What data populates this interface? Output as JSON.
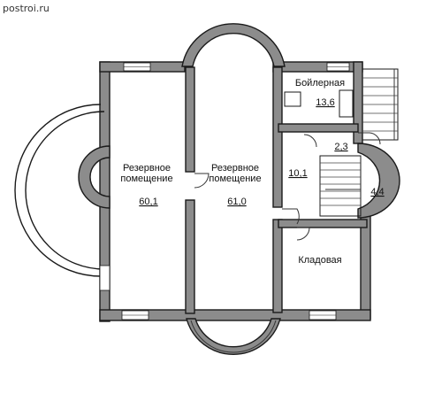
{
  "watermark": "postroi.ru",
  "rooms": {
    "reserve_left": {
      "name_line1": "Резервное",
      "name_line2": "помещение",
      "area": "60,1"
    },
    "reserve_center": {
      "name_line1": "Резервное",
      "name_line2": "помещение",
      "area": "61,0"
    },
    "boiler": {
      "name": "Бойлерная",
      "area": "13,6"
    },
    "vestibule": {
      "area": "2,3"
    },
    "hall": {
      "area": "10,1"
    },
    "stair_tower": {
      "area": "4,4"
    },
    "storage": {
      "name": "Кладовая"
    }
  },
  "colors": {
    "wall_fill": "#8c8c8c",
    "line": "#1a1a1a"
  }
}
